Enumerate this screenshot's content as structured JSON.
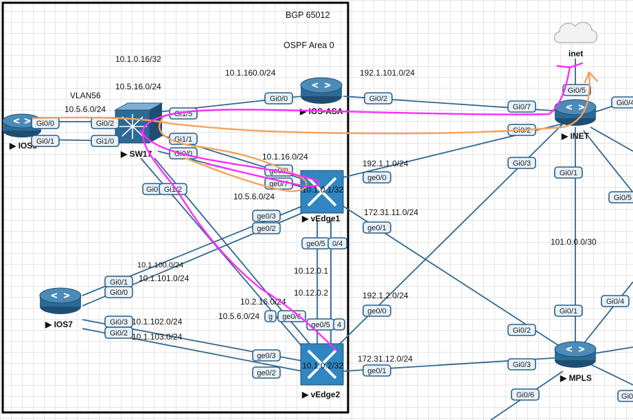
{
  "zone": {
    "bgp_label": "BGP 65012",
    "ospf_label": "OSPF Area 0"
  },
  "nodes": {
    "ios5": "IOS5",
    "sw17": "SW17",
    "ios_asa": "IOS-ASA",
    "vedge1": "vEdge1",
    "vedge2": "vEdge2",
    "ios7": "IOS7",
    "inet": "INET",
    "mpls": "MPLS",
    "cloud": "inet"
  },
  "networks": {
    "n1": "10.1.0.16/32",
    "n2": "10.5.16.0/24",
    "n3": "10.1.160.0/24",
    "n4": "192.1.101.0/24",
    "n5": "VLAN56",
    "n6": "10.5.6.0/24",
    "n7": "10.1.16.0/24",
    "n8": "192.1.1.0/24",
    "n9": "10.1.0.1/32",
    "n10": "10.5.6.0/24",
    "n11": "172.31.11.0/24",
    "n12": "10.1.100.0/24",
    "n13": "10.1.101.0/24",
    "n14": "10.12.0.1",
    "n15": "10.12.0.2",
    "n16": "192.1.2.0/24",
    "n17": "10.2.16.0/24",
    "n18": "10.5.6.0/24",
    "n19": "10.1.102.0/24",
    "n20": "10.1.103.0/24",
    "n21": "172.31.12.0/24",
    "n22": "10.1.0.2/32",
    "n23": "101.0.0.0/30"
  },
  "interfaces": {
    "ios5_gi00": "Gi0/0",
    "ios5_gi01": "Gi0/1",
    "sw17_gi02": "Gi0/2",
    "sw17_gi10": "Gi1/0",
    "sw17_gi15": "Gi1/5",
    "sw17_gi11": "Gi1/1",
    "sw17_gi00": "Gi0/0",
    "sw17_gi0a": "Gi0",
    "sw17_gi12": "Gi1/2",
    "asa_gi00": "Gi0/0",
    "asa_gi02": "Gi0/2",
    "inet_gi07": "Gi0/7",
    "inet_gi02": "Gi0/2",
    "inet_gi03": "Gi0/3",
    "inet_gi01": "Gi0/1",
    "inet_gi05": "Gi0/5",
    "inet_gi04": "Gi0/4",
    "inet_gi05b": "Gi0/5",
    "ve1_ge00": "ge0/0",
    "ve1_ge07": "ge0/7",
    "ve1_ge00b": "ge0/0",
    "ve1_ge01": "ge0/1",
    "ve1_ge03": "ge0/3",
    "ve1_ge02": "ge0/2",
    "ve1_ge05": "ge0/5",
    "ve1_ge04": "0/4",
    "ios7_gi01": "Gi0/1",
    "ios7_gi00": "Gi0/0",
    "ios7_gi03": "Gi0/3",
    "ios7_gi02": "Gi0/2",
    "ve2_ge06": "ge0/6",
    "ve2_g": "g",
    "ve2_ge05": "ge0/5",
    "ve2_ge04": "4",
    "ve2_ge00": "ge0/0",
    "ve2_ge03": "ge0/3",
    "ve2_ge02": "ge0/2",
    "ve2_ge01": "ge0/1",
    "mpls_gi01": "Gi0/1",
    "mpls_gi04": "Gi0/4",
    "mpls_gi02": "Gi0/2",
    "mpls_gi03": "Gi0/3",
    "mpls_gi06": "Gi0/6",
    "mpls_gi0x": "Gi0"
  },
  "colors": {
    "link": "#2d6790",
    "highlight_path": "#ff2bff",
    "alternate_path": "#f4a35c"
  }
}
